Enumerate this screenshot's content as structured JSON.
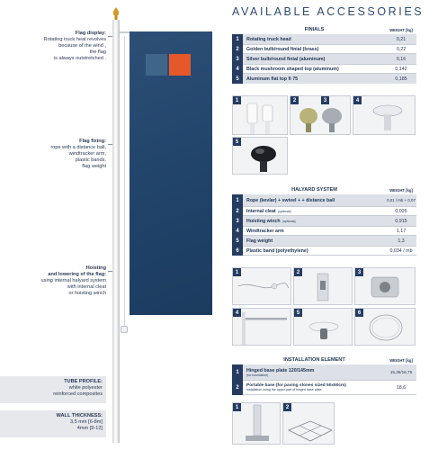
{
  "title": "AVAILABLE ACCESSORIES",
  "annotations": {
    "flag_display": {
      "heading": "Flag display:",
      "lines": [
        "Rotating truck heat revolves",
        "because of the wind ,",
        "the flag",
        "is always outstretched ."
      ]
    },
    "flag_fixing": {
      "heading": "Flag fixing:",
      "lines": [
        "rope with a distance ball,",
        "windtracker arm,",
        "plastic bands,",
        "flag weight"
      ]
    },
    "hoisting": {
      "heading": "Hoisting",
      "heading2": "and lowering of the flag:",
      "lines": [
        "using internal halyard system",
        "with internal cleat",
        "or hoisting winch"
      ]
    },
    "tube_profile": {
      "heading": "TUBE PROFILE:",
      "lines": [
        "white polyester",
        "reinforced composites"
      ]
    },
    "wall_thickness": {
      "heading": "WALL THICKNESS:",
      "lines": [
        "3,5 mm [6-8m]",
        "4mm [9-12]"
      ]
    }
  },
  "finials": {
    "heading": "FINIALS",
    "weight_label": "WEIGHT [kg]",
    "rows": [
      {
        "num": "1",
        "label": "Rotating truck head",
        "value": "0,21"
      },
      {
        "num": "2",
        "label": "Golden bulb/round finial (brass)",
        "value": "0,22"
      },
      {
        "num": "3",
        "label": "Silver bulb/round finial (aluminum)",
        "value": "0,16"
      },
      {
        "num": "4",
        "label": "Black mushroom shaped top (aluminum)",
        "value": "0,142"
      },
      {
        "num": "5",
        "label": "Aluminum flat top fi 75",
        "value": "0,185"
      }
    ],
    "panel_nums": [
      "1",
      "2",
      "3",
      "4",
      "5"
    ]
  },
  "halyard": {
    "heading": "HALYARD SYSTEM",
    "weight_label": "WEIGHT [kg]",
    "rows": [
      {
        "num": "1",
        "label": "Rope (kevlar) + swivel + + distance ball",
        "value": "0,01 / mb + 0,07"
      },
      {
        "num": "2",
        "label": "Internal cleat",
        "note": "(optional)",
        "value": "0,026"
      },
      {
        "num": "3",
        "label": "Hoisting winch",
        "note": "(optional)",
        "value": "0,915"
      },
      {
        "num": "4",
        "label": "Windtracker arm",
        "value": "1,17"
      },
      {
        "num": "5",
        "label": "Flag weight",
        "value": "1,3"
      },
      {
        "num": "6",
        "label": "Plastic band (polyethylene)",
        "value": "0,034 / mb"
      }
    ],
    "panel_nums": [
      "1",
      "2",
      "3",
      "4",
      "5",
      "6"
    ]
  },
  "installation": {
    "heading": "INSTALLATION ELEMENT",
    "weight_label": "WEIGHT [kg]",
    "rows": [
      {
        "num": "1",
        "label": "Hinged base plate 120/145mm",
        "note": "(for foundation)",
        "value": "15,35/16,75"
      },
      {
        "num": "2",
        "label": "Portable base (for paving stones sized 50x50cm)",
        "note": "Installation using the upper part of hinged base plate.",
        "value": "18,6"
      }
    ],
    "panel_nums": [
      "1",
      "2"
    ]
  },
  "colors": {
    "navy": "#243c61",
    "flag": "#22456c",
    "orange": "#e5582a",
    "row_shade": "#dde1e7"
  }
}
